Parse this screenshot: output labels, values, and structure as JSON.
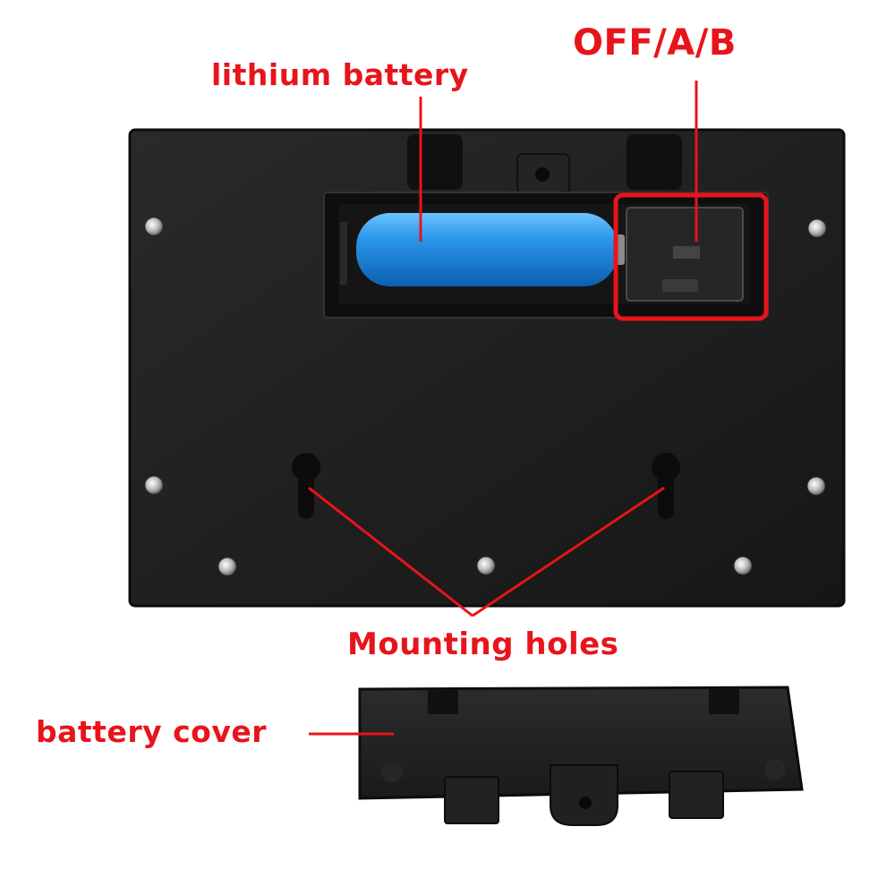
{
  "labels": {
    "lithium_battery": "lithium battery",
    "switch": "OFF/A/B",
    "mounting_holes": "Mounting holes",
    "battery_cover": "battery cover"
  },
  "colors": {
    "callout": "#e8141b",
    "panel": "#1d1d1d",
    "battery": "#1f8ee6",
    "background": "#ffffff"
  }
}
